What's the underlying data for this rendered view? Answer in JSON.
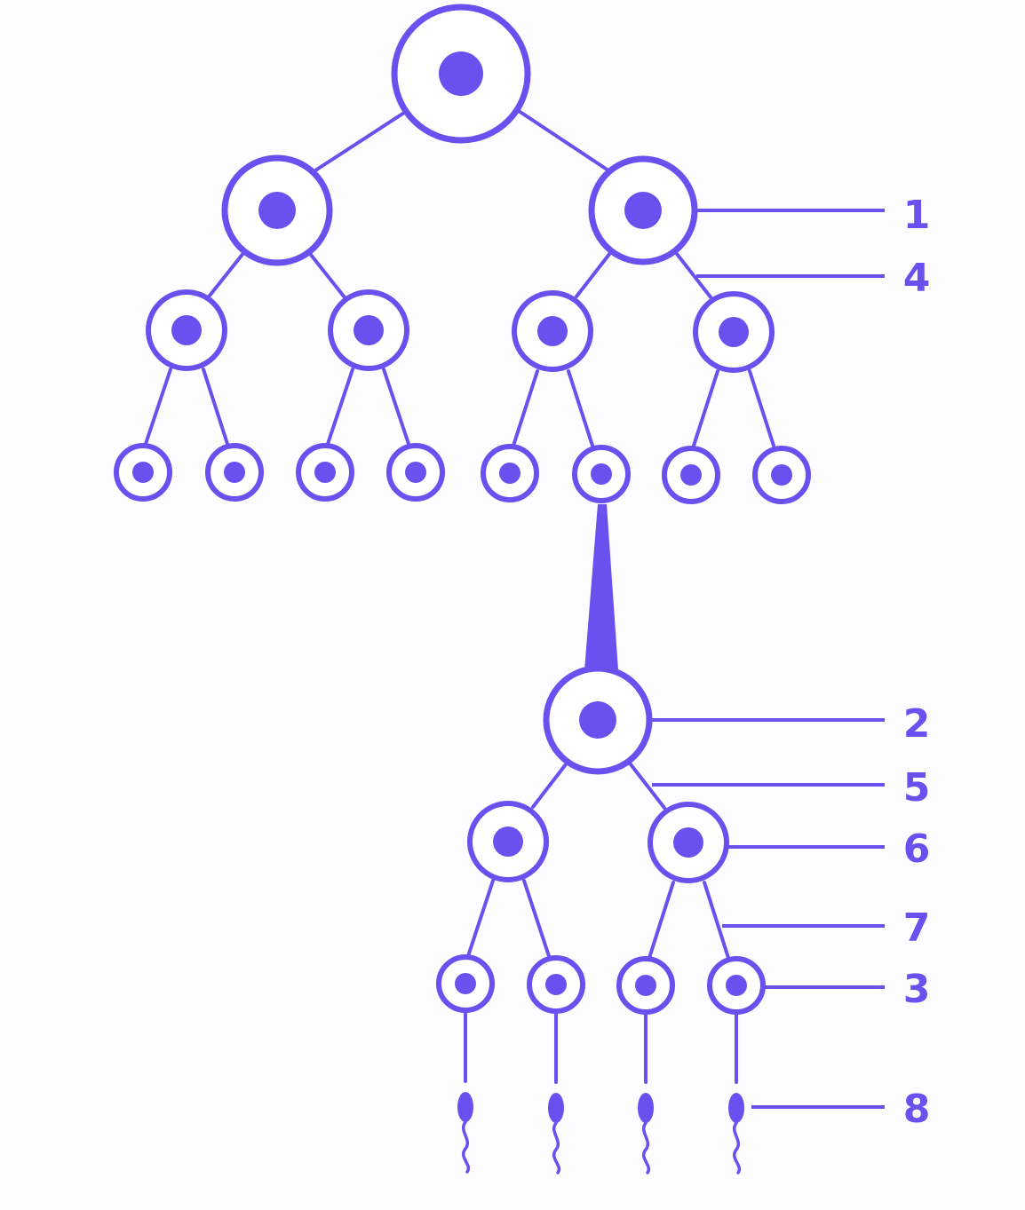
{
  "colors": {
    "stroke": "#6a50ee",
    "cell_fill": "#ffffff",
    "background": "#fdfcfe"
  },
  "labels": {
    "l1": "1",
    "l2": "2",
    "l3": "3",
    "l4": "4",
    "l5": "5",
    "l6": "6",
    "l7": "7",
    "l8": "8"
  }
}
